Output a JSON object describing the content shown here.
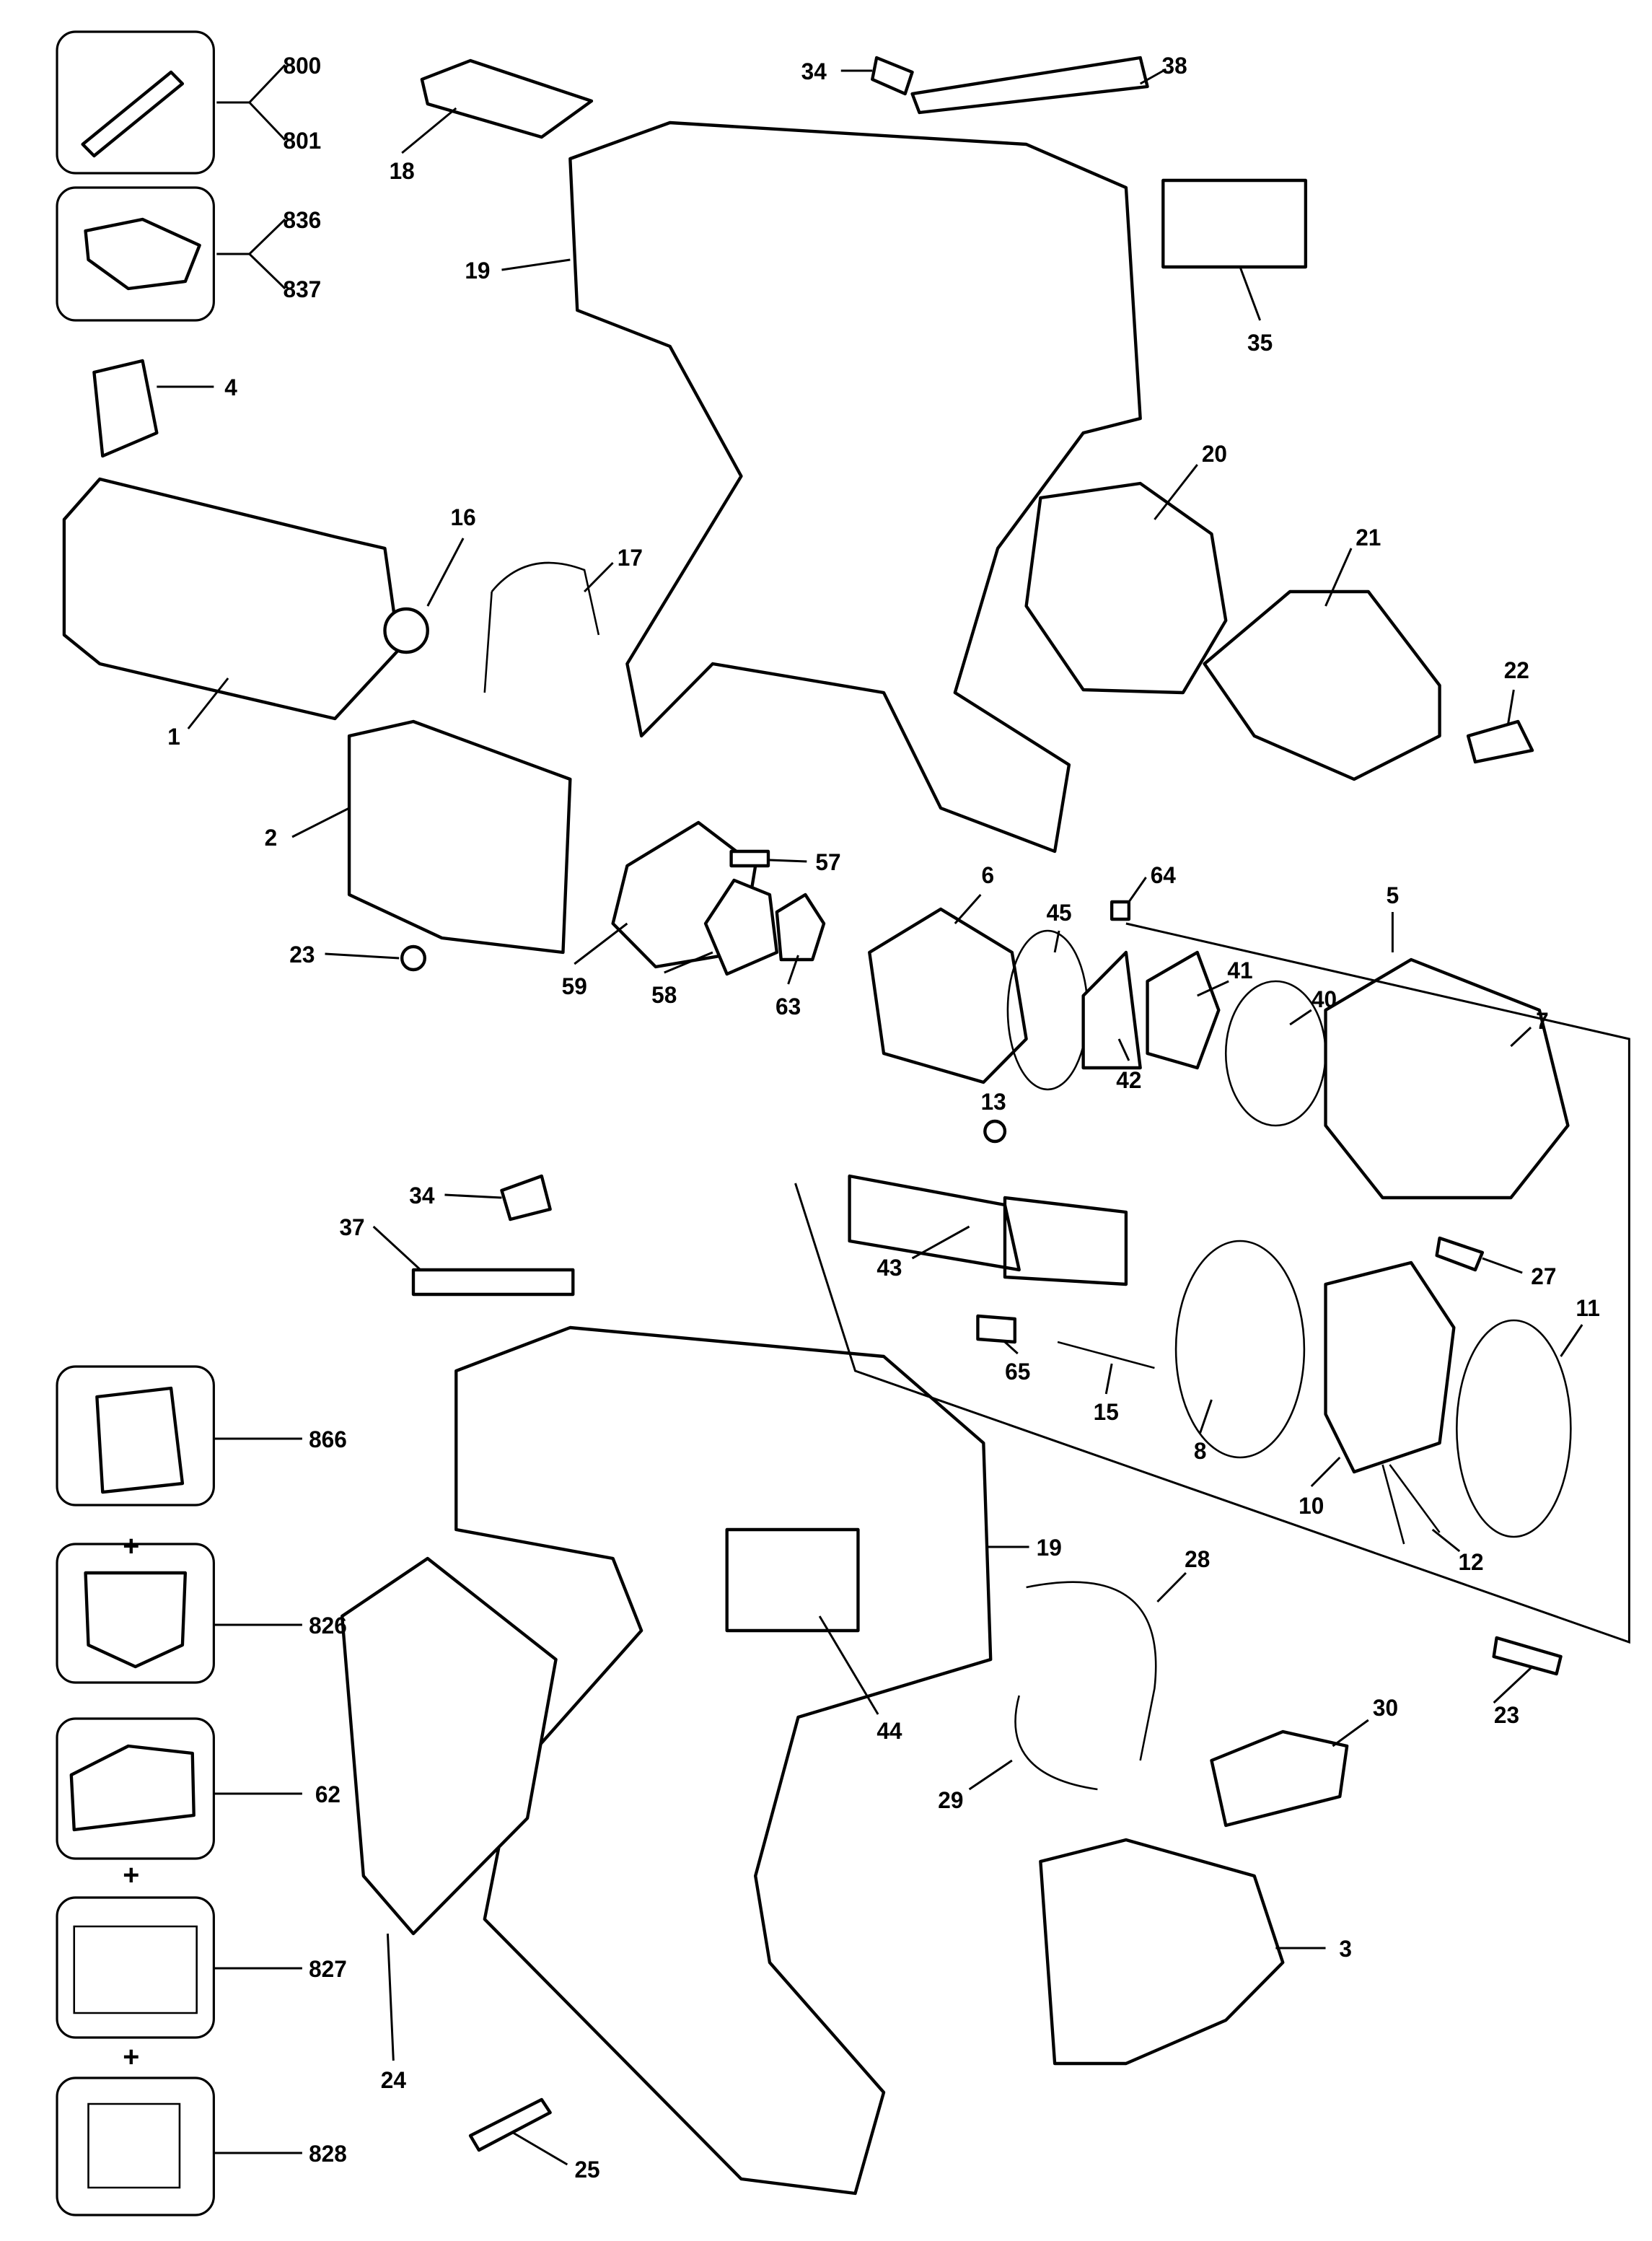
{
  "diagram": {
    "callouts": {
      "c800": "800",
      "c801": "801",
      "c836": "836",
      "c837": "837",
      "c4": "4",
      "c18": "18",
      "c34a": "34",
      "c38": "38",
      "c19a": "19",
      "c35": "35",
      "c16": "16",
      "c17": "17",
      "c1": "1",
      "c20": "20",
      "c21": "21",
      "c22": "22",
      "c2": "2",
      "c57": "57",
      "c23a": "23",
      "c59": "59",
      "c58": "58",
      "c63": "63",
      "c6": "6",
      "c45": "45",
      "c64": "64",
      "c5": "5",
      "c41": "41",
      "c40": "40",
      "c42": "42",
      "c7": "7",
      "c13": "13",
      "c34b": "34",
      "c37": "37",
      "c43": "43",
      "c27": "27",
      "c11": "11",
      "c65": "65",
      "c15": "15",
      "c8": "8",
      "c10": "10",
      "c12": "12",
      "c866": "866",
      "c826": "826",
      "c19b": "19",
      "c28": "28",
      "c44": "44",
      "c23b": "23",
      "c30": "30",
      "c62": "62",
      "c29": "29",
      "c827": "827",
      "c3": "3",
      "c24": "24",
      "c828": "828",
      "c25": "25"
    },
    "plus_signs": [
      "+",
      "+",
      "+"
    ]
  }
}
